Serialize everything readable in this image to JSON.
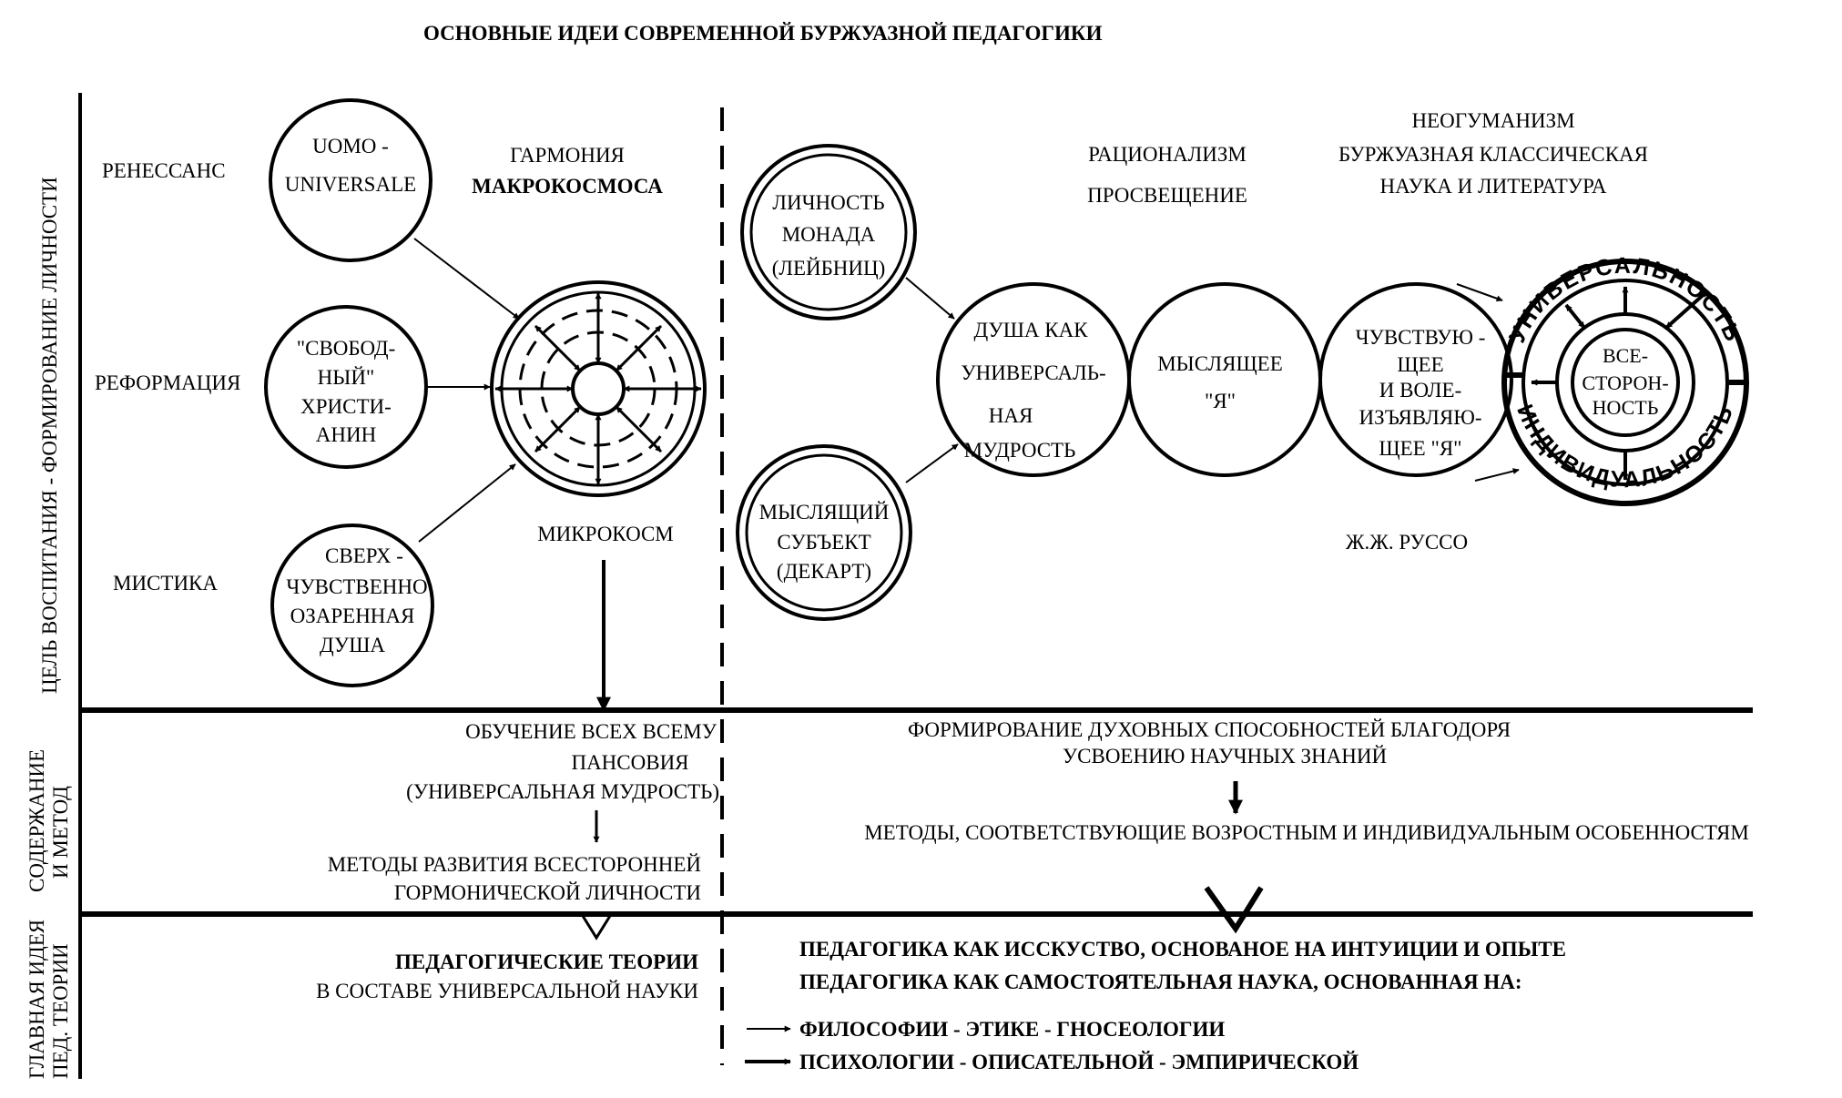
{
  "title": "ОСНОВНЫЕ ИДЕИ СОВРЕМЕННОЙ БУРЖУАЗНОЙ ПЕДАГОГИКИ",
  "row_labels": {
    "goal": "ЦЕЛЬ ВОСПИТАНИЯ - ФОРМИРОВАНИЕ ЛИЧНОСТИ",
    "content_1": "СОДЕРЖАНИЕ",
    "content_2": "И МЕТОД",
    "idea_1": "ГЛАВНАЯ ИДЕЯ",
    "idea_2": "ПЕД. ТЕОРИИ"
  },
  "left_epochs": {
    "renaissance": "РЕНЕССАНС",
    "reformation": "РЕФОРМАЦИЯ",
    "mysticism": "МИСТИКА"
  },
  "left_circles": {
    "uomo": [
      "UOMO -",
      "UNIVERSALE"
    ],
    "christian": [
      "\"СВОБОД-",
      "НЫЙ\"",
      "ХРИСТИ-",
      "АНИН"
    ],
    "soul": [
      "СВЕРХ -",
      "ЧУВСТВЕННО",
      "ОЗАРЕННАЯ",
      "ДУША"
    ]
  },
  "harmony": {
    "line1": "ГАРМОНИЯ",
    "line2": "МАКРОКОСМОСА",
    "micro": "МИКРОКОСМ"
  },
  "right_circles": {
    "monad": [
      "ЛИЧНОСТЬ",
      "МОНАДА",
      "(ЛЕЙБНИЦ)"
    ],
    "subject": [
      "МЫСЛЯЩИЙ",
      "СУБЪЕКТ",
      "(ДЕКАРТ)"
    ],
    "wisdom": [
      "ДУША КАК",
      "УНИВЕРСАЛЬ-",
      "НАЯ",
      "МУДРОСТЬ"
    ],
    "thinking": [
      "МЫСЛЯЩЕЕ",
      "\"Я\""
    ],
    "feeling": [
      "ЧУВСТВУЮ -",
      "ЩЕЕ",
      "И ВОЛЕ-",
      "ИЗЪЯВЛЯЮ-",
      "ЩЕЕ \"Я\""
    ],
    "center": [
      "ВСЕ-",
      "СТОРОН-",
      "НОСТЬ"
    ]
  },
  "ring_words": {
    "top": "УНИВЕРСАЛЬНОСТЬ",
    "bottom": "ИНДИВИДУАЛЬНОСТЬ"
  },
  "right_headers": {
    "rationalism": "РАЦИОНАЛИЗМ",
    "enlightenment": "ПРОСВЕЩЕНИЕ",
    "neohumanism": "НЕОГУМАНИЗМ",
    "classic_1": "БУРЖУАЗНАЯ КЛАССИЧЕСКАЯ",
    "classic_2": "НАУКА И ЛИТЕРАТУРА",
    "rousseau": "Ж.Ж. РУССО"
  },
  "content_left": {
    "l1": "ОБУЧЕНИЕ  ВСЕХ ВСЕМУ",
    "l2": "ПАНСОВИЯ",
    "l3": "(УНИВЕРСАЛЬНАЯ МУДРОСТЬ)",
    "l4": "МЕТОДЫ РАЗВИТИЯ ВСЕСТОРОННЕЙ",
    "l5": "ГОРМОНИЧЕСКОЙ ЛИЧНОСТИ"
  },
  "content_right": {
    "l1": "ФОРМИРОВАНИЕ ДУХОВНЫХ СПОСОБНОСТЕЙ БЛАГОДОРЯ",
    "l2": "УСВОЕНИЮ НАУЧНЫХ ЗНАНИЙ",
    "l3": "МЕТОДЫ, СООТВЕТСТВУЮЩИЕ ВОЗРОСТНЫМ И ИНДИВИДУАЛЬНЫМ  ОСОБЕННОСТЯМ"
  },
  "idea_left": {
    "l1": "ПЕДАГОГИЧЕСКИЕ ТЕОРИИ",
    "l2": "В СОСТАВЕ УНИВЕРСАЛЬНОЙ НАУКИ"
  },
  "idea_right": {
    "l1": "ПЕДАГОГИКА КАК ИССКУСТВО, ОСНОВАНОЕ НА ИНТУИЦИИ И ОПЫТЕ",
    "l2": "ПЕДАГОГИКА КАК САМОСТОЯТЕЛЬНАЯ НАУКА, ОСНОВАННАЯ НА:",
    "l3": "ФИЛОСОФИИ - ЭТИКЕ - ГНОСЕОЛОГИИ",
    "l4": "ПСИХОЛОГИИ - ОПИСАТЕЛЬНОЙ - ЭМПИРИЧЕСКОЙ"
  }
}
